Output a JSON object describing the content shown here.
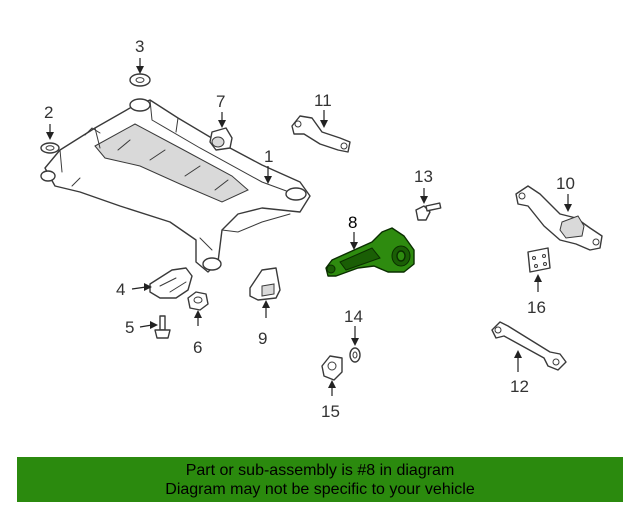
{
  "colors": {
    "highlight": "#2e8b0f",
    "banner_background": "#2b8a0e",
    "line": "#3a3a3a"
  },
  "callouts": {
    "c1": "1",
    "c2": "2",
    "c3": "3",
    "c4": "4",
    "c5": "5",
    "c6": "6",
    "c7": "7",
    "c8": "8",
    "c9": "9",
    "c10": "10",
    "c11": "11",
    "c12": "12",
    "c13": "13",
    "c14": "14",
    "c15": "15",
    "c16": "16"
  },
  "selected_part": "8",
  "banner": {
    "line1": "Part or sub-assembly is #8 in diagram",
    "line2": "Diagram may not be specific to your vehicle"
  }
}
